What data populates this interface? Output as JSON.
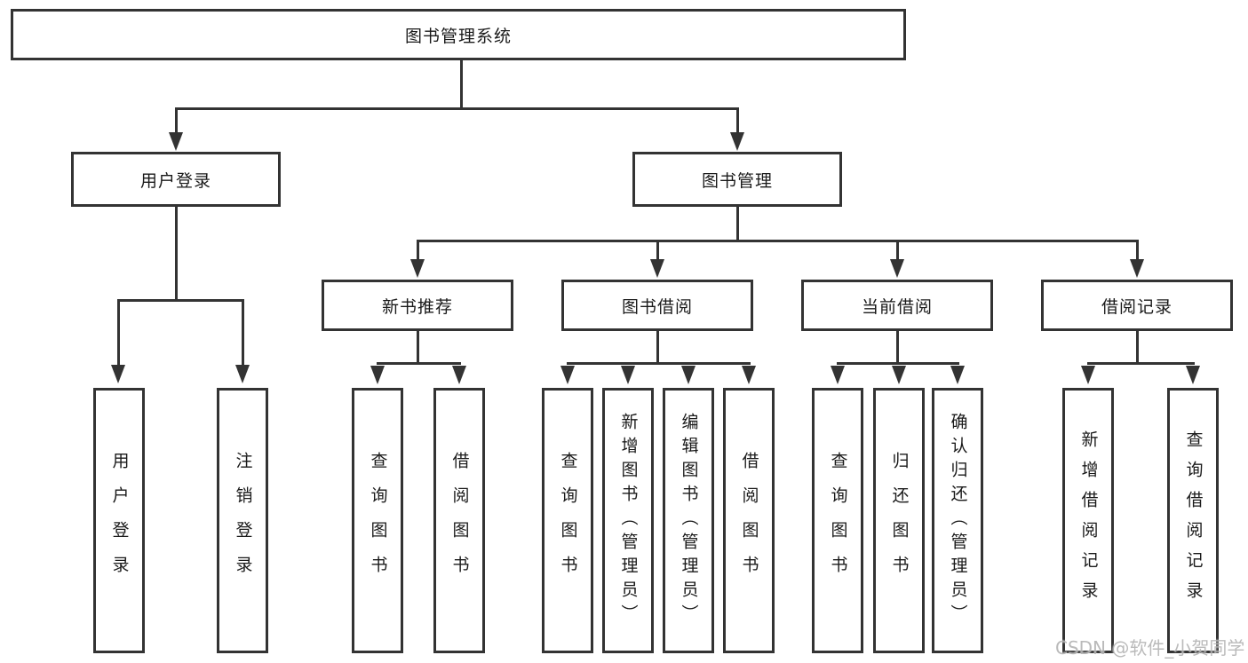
{
  "colors": {
    "line": "#333333",
    "box_border": "#333333",
    "text": "#1a1a1a",
    "background": "#ffffff",
    "watermark": "#b5b5b5"
  },
  "tree": {
    "root": {
      "label": "图书管理系统"
    },
    "branches": [
      {
        "label": "用户登录",
        "children": [
          {
            "label": "用户登录"
          },
          {
            "label": "注销登录"
          }
        ]
      },
      {
        "label": "图书管理",
        "children": [
          {
            "label": "新书推荐",
            "children": [
              {
                "label": "查询图书"
              },
              {
                "label": "借阅图书"
              }
            ]
          },
          {
            "label": "图书借阅",
            "children": [
              {
                "label": "查询图书"
              },
              {
                "label": "新增图书（管理员）"
              },
              {
                "label": "编辑图书（管理员）"
              },
              {
                "label": "借阅图书"
              }
            ]
          },
          {
            "label": "当前借阅",
            "children": [
              {
                "label": "查询图书"
              },
              {
                "label": "归还图书"
              },
              {
                "label": "确认归还（管理员）"
              }
            ]
          },
          {
            "label": "借阅记录",
            "children": [
              {
                "label": "新增借阅记录"
              },
              {
                "label": "查询借阅记录"
              }
            ]
          }
        ]
      }
    ]
  },
  "watermark": {
    "text": "CSDN @软件_小贺同学"
  }
}
